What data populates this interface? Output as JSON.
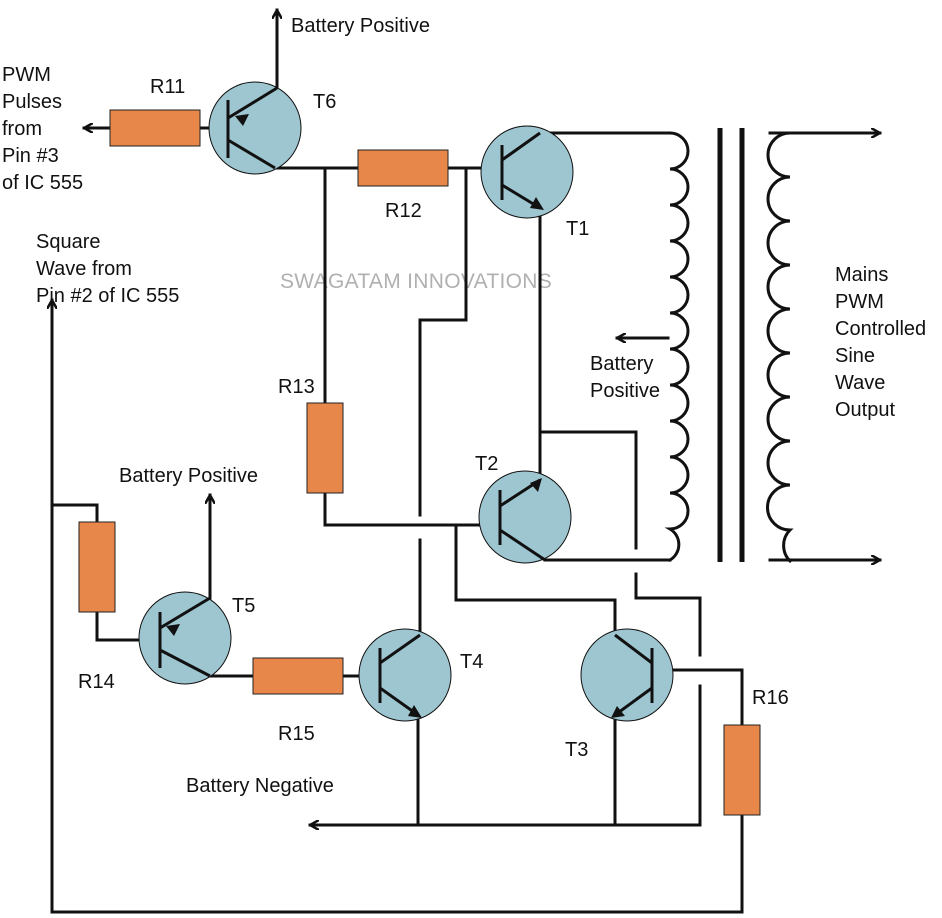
{
  "colors": {
    "resistor": "#e8874a",
    "transistor": "#9ec6d1",
    "wire": "#111111",
    "watermark": "#b0b0b0"
  },
  "watermark": "SWAGATAM INNOVATIONS",
  "labels": {
    "battery_positive_top": "Battery Positive",
    "battery_positive_mid": [
      "Battery",
      "Positive"
    ],
    "battery_positive_t5": "Battery Positive",
    "battery_negative": "Battery Negative",
    "pwm_input": [
      "PWM",
      "Pulses",
      "from",
      "Pin #3",
      "of IC 555"
    ],
    "square_input": [
      "Square",
      "Wave from",
      "Pin #2 of IC 555"
    ],
    "output": [
      "Mains",
      "PWM",
      "Controlled",
      "Sine",
      "Wave",
      "Output"
    ]
  },
  "resistors": [
    "R11",
    "R12",
    "R13",
    "R14",
    "R15",
    "R16"
  ],
  "transistors": [
    "T1",
    "T2",
    "T3",
    "T4",
    "T5",
    "T6"
  ]
}
